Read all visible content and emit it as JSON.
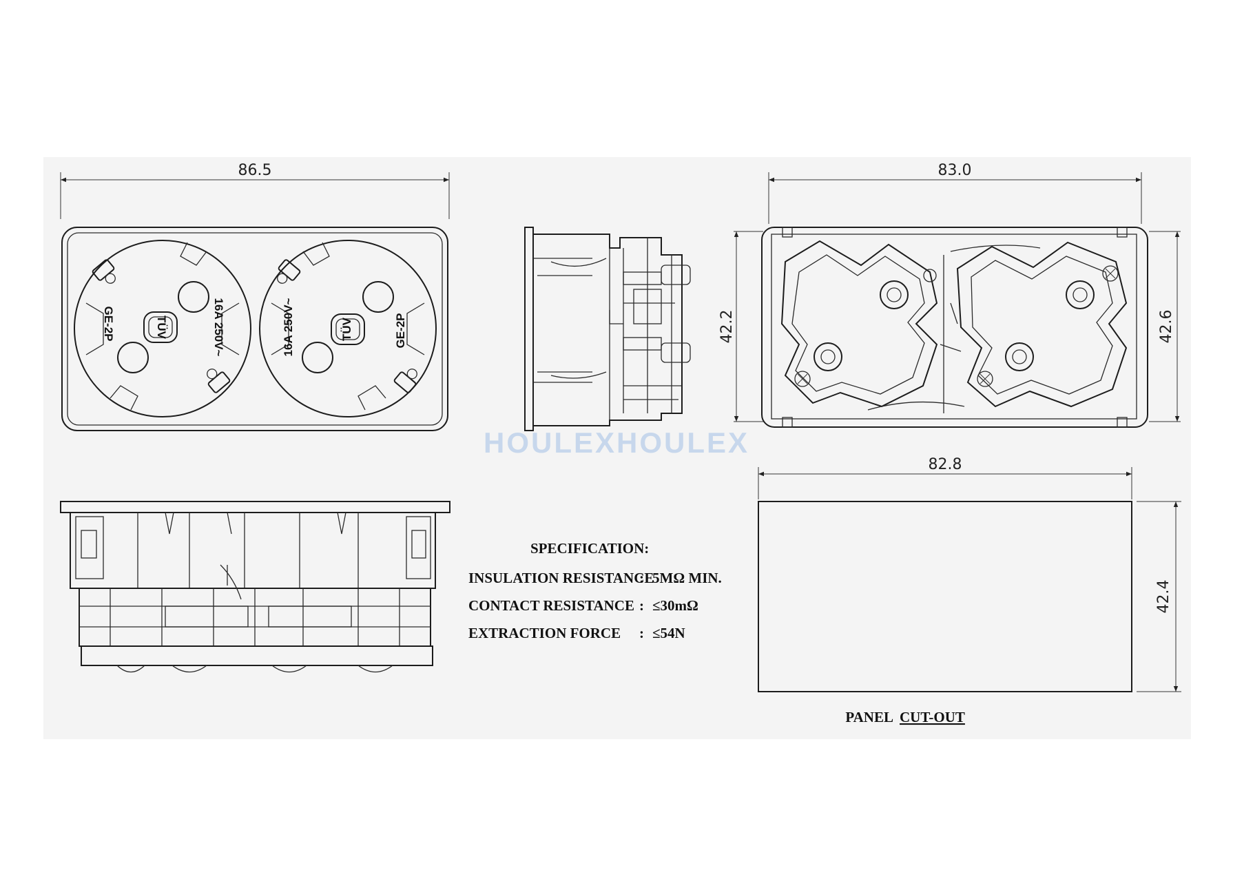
{
  "dimensions": {
    "front_width": "86.5",
    "rear_width": "83.0",
    "rear_height_left": "42.2",
    "rear_height_right": "42.6",
    "cutout_width": "82.8",
    "cutout_height": "42.4"
  },
  "socket_markings": {
    "left_rating": "16A  250V~",
    "left_model": "GE-2P",
    "left_cert": "TÜV",
    "right_rating": "16A  250V~",
    "right_model": "GE-2P",
    "right_cert": "TÜV"
  },
  "watermark": "HOULEXHOULEX",
  "specification": {
    "title": "SPECIFICATION:",
    "rows": [
      {
        "label": "INSULATION RESISTANCE",
        "sep": ":",
        "value": "5MΩ   MIN."
      },
      {
        "label": "CONTACT RESISTANCE",
        "sep": ":",
        "value": "≤30mΩ"
      },
      {
        "label": "EXTRACTION FORCE",
        "sep": ":",
        "value": "≤54N"
      }
    ]
  },
  "panel_cutout": {
    "label_prefix": "PANEL",
    "label_suffix": "CUT-OUT"
  },
  "colors": {
    "background": "#ffffff",
    "drawing_area": "#f4f4f4",
    "line": "#1c1c1c",
    "watermark": "#c7d7ec"
  }
}
